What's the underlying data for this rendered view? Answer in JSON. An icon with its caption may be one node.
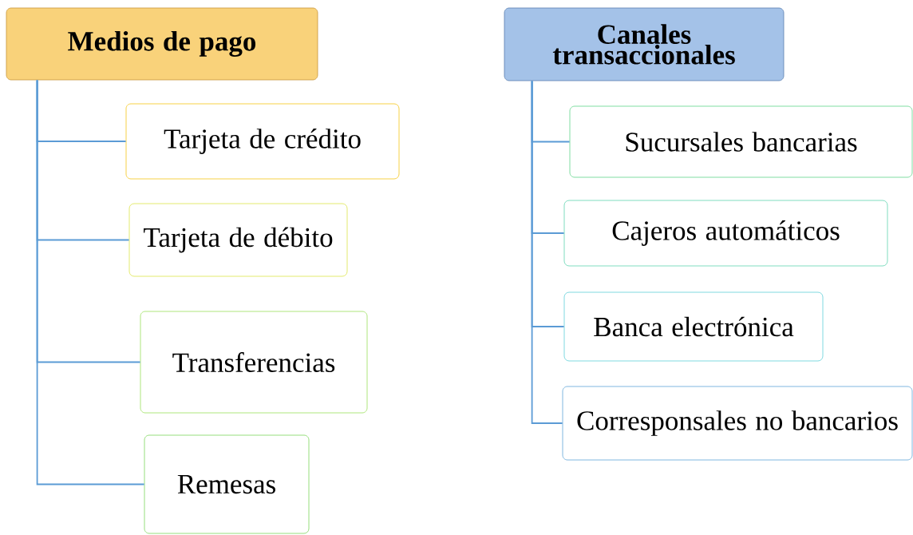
{
  "diagram": {
    "nodes": [
      {
        "text": [
          "Medios de pago"
        ]
      },
      {
        "text": [
          "Tarjeta de crédito"
        ]
      },
      {
        "text": [
          "Tarjeta de débito"
        ]
      },
      {
        "text": [
          "Transferencias"
        ]
      },
      {
        "text": [
          "Remesas"
        ]
      },
      {
        "text": [
          "Canales transaccionales"
        ]
      },
      {
        "text": [
          "Sucursales bancarias"
        ]
      },
      {
        "text": [
          "Cajeros automáticos"
        ]
      },
      {
        "text": [
          "Banca electrónica"
        ]
      },
      {
        "text": [
          "Corresponsales no bancarios"
        ]
      }
    ],
    "edges": [
      {
        "from": 0,
        "to": 1,
        "arrow": "none"
      },
      {
        "from": 0,
        "to": 2,
        "arrow": "none"
      },
      {
        "from": 0,
        "to": 3,
        "arrow": "none"
      },
      {
        "from": 0,
        "to": 4,
        "arrow": "none"
      },
      {
        "from": 5,
        "to": 6,
        "arrow": "none"
      },
      {
        "from": 5,
        "to": 7,
        "arrow": "none"
      },
      {
        "from": 5,
        "to": 8,
        "arrow": "none"
      },
      {
        "from": 5,
        "to": 9,
        "arrow": "none"
      }
    ]
  }
}
